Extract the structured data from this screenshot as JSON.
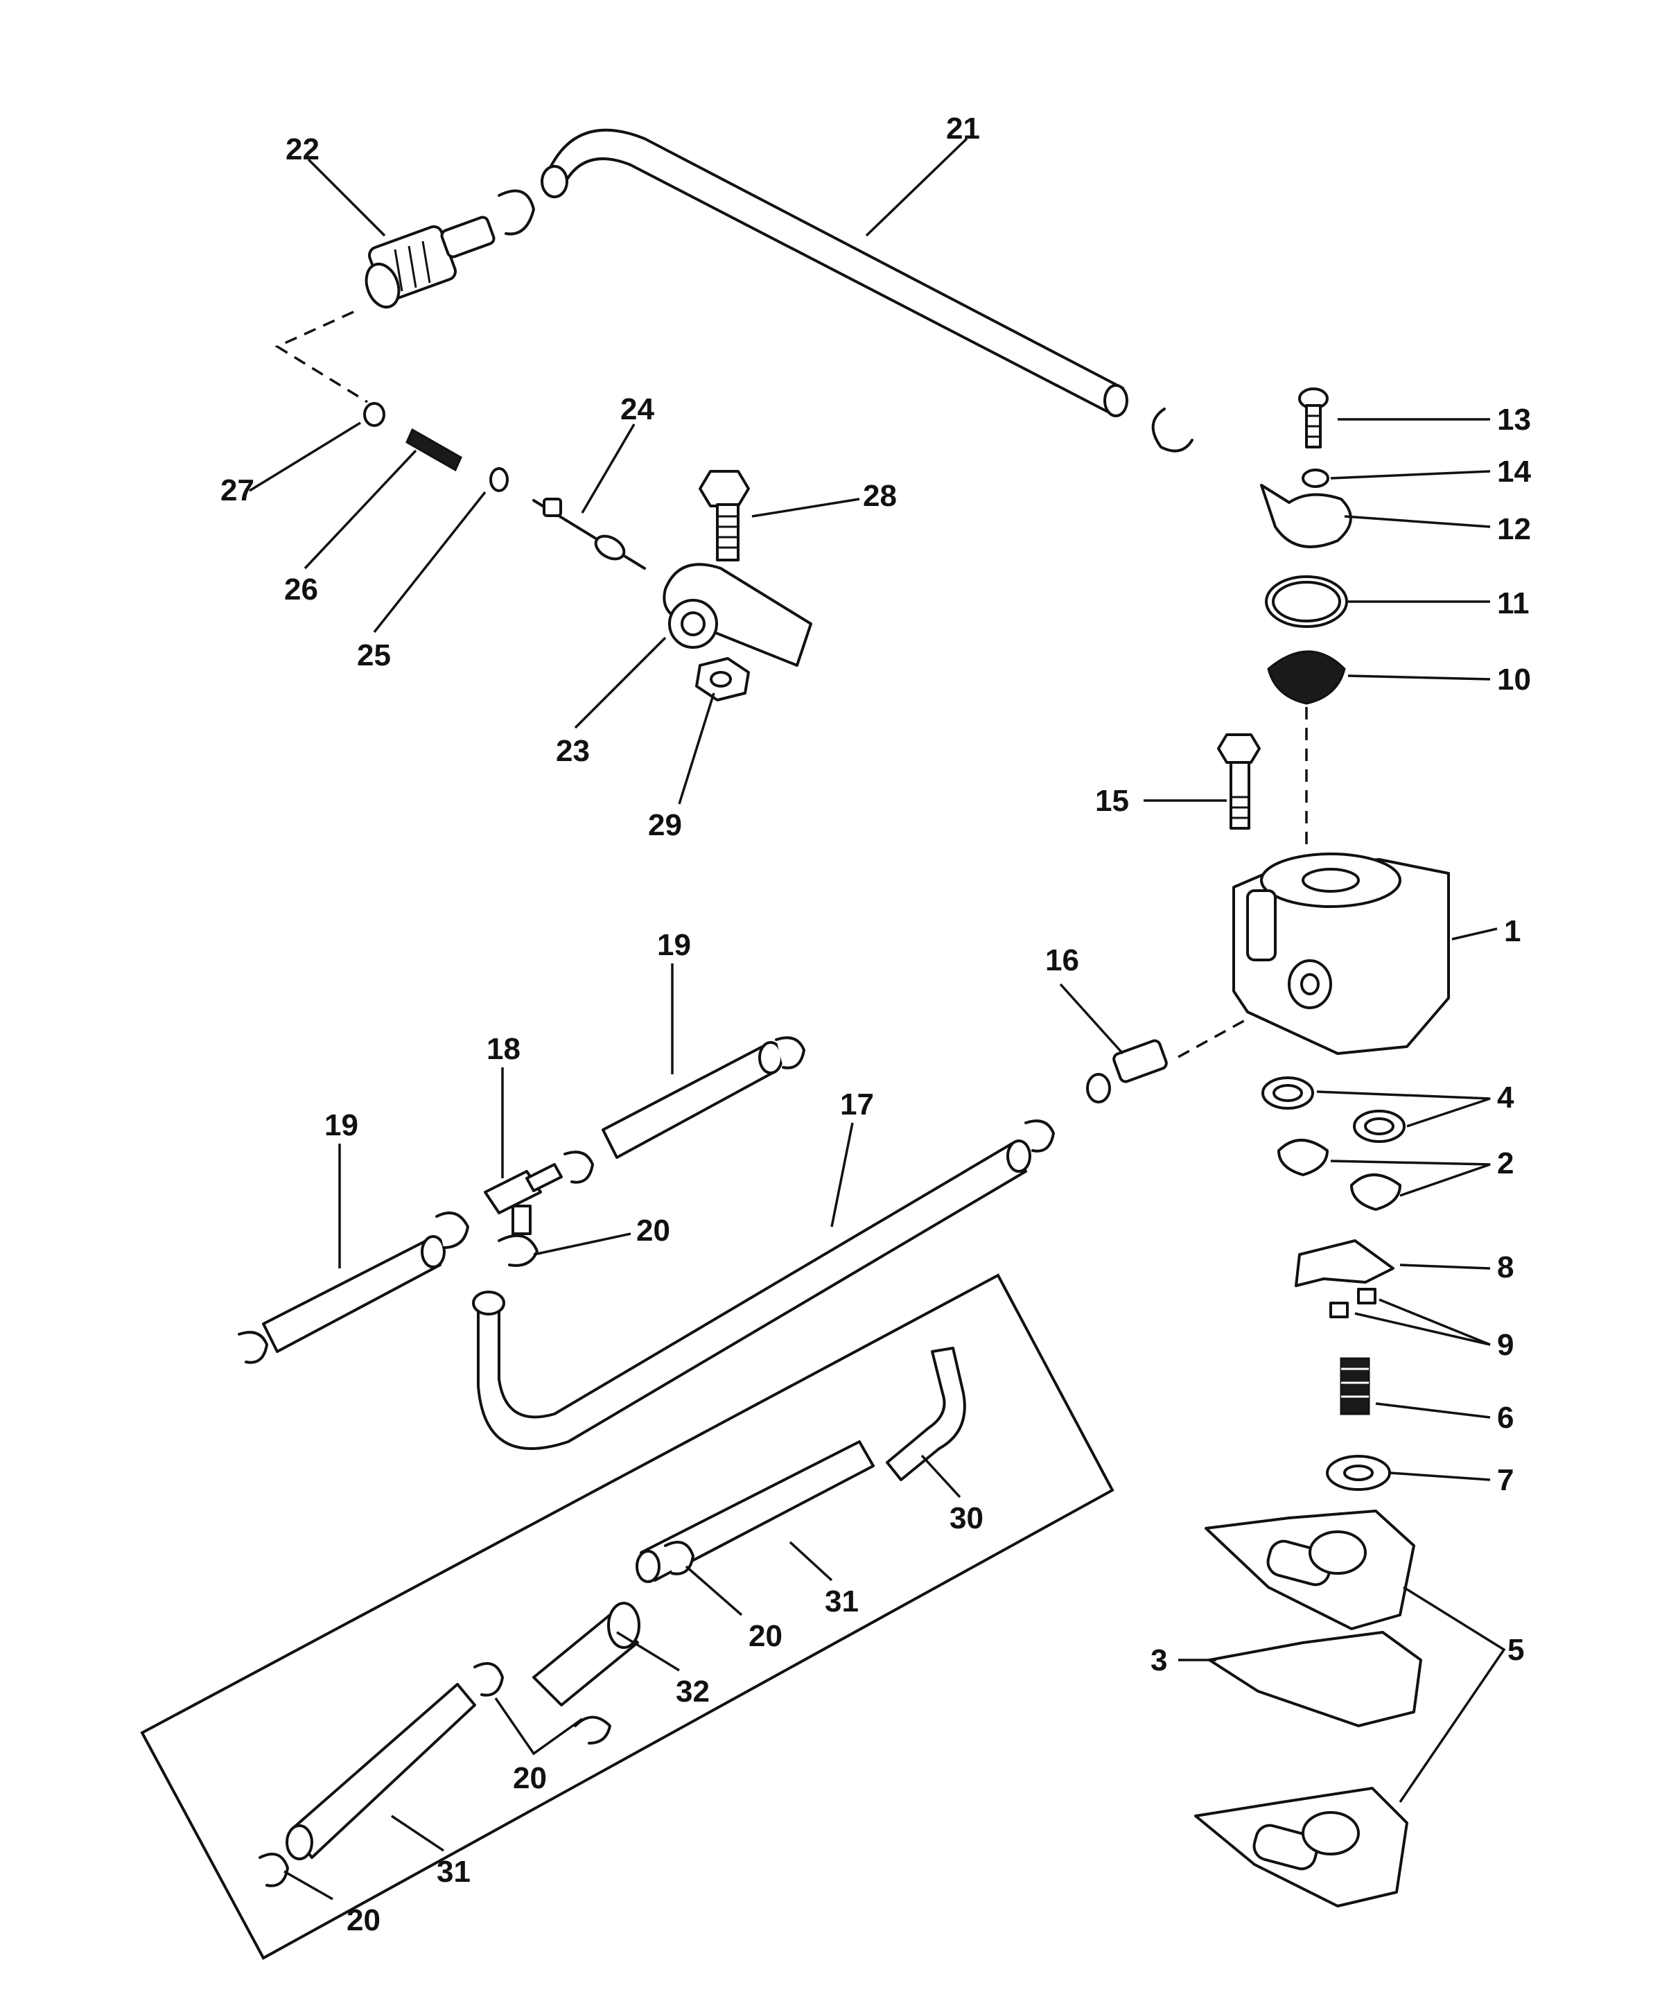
{
  "callouts": {
    "c1": "1",
    "c2": "2",
    "c3": "3",
    "c4": "4",
    "c5": "5",
    "c6": "6",
    "c7": "7",
    "c8": "8",
    "c9": "9",
    "c10": "10",
    "c11": "11",
    "c12": "12",
    "c13": "13",
    "c14": "14",
    "c15": "15",
    "c16": "16",
    "c17": "17",
    "c18": "18",
    "c19a": "19",
    "c19b": "19",
    "c20a": "20",
    "c20b": "20",
    "c20c": "20",
    "c20d": "20",
    "c21": "21",
    "c22": "22",
    "c23": "23",
    "c24": "24",
    "c25": "25",
    "c26": "26",
    "c27": "27",
    "c28": "28",
    "c29": "29",
    "c30": "30",
    "c31a": "31",
    "c31b": "31",
    "c32": "32"
  }
}
